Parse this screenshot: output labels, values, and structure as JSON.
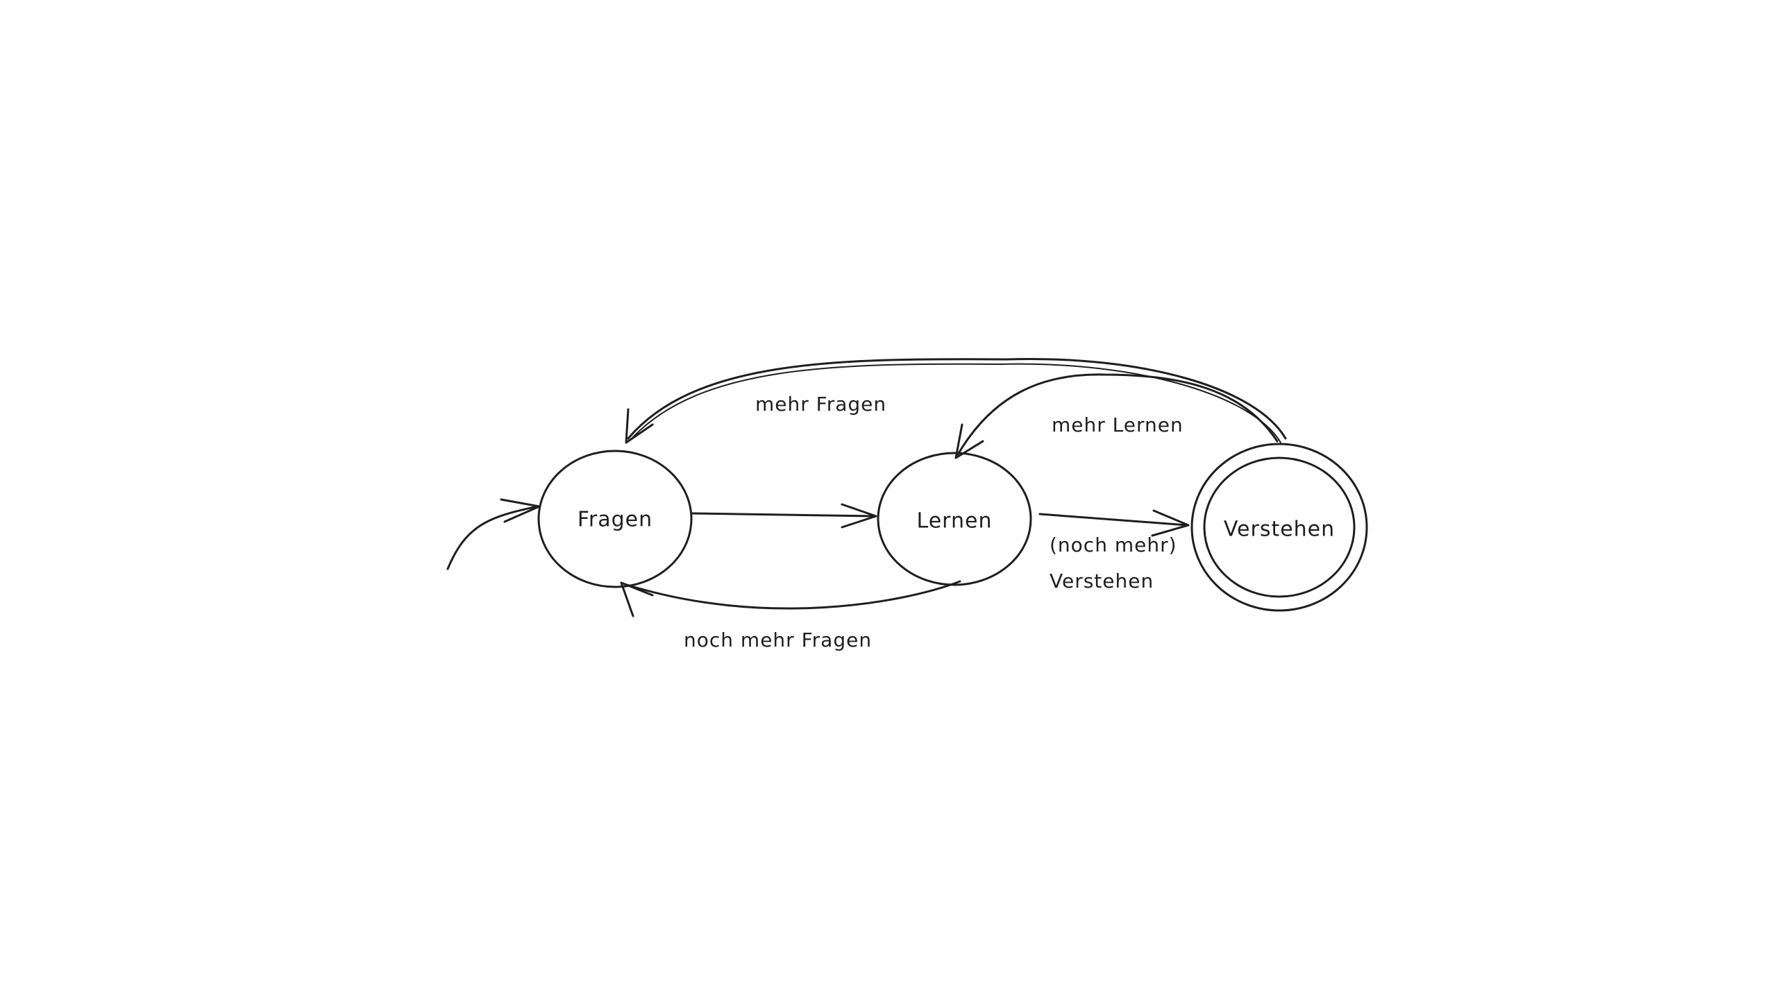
{
  "nodes": {
    "fragen": {
      "label": "Fragen"
    },
    "lernen": {
      "label": "Lernen"
    },
    "verstehen": {
      "label": "Verstehen",
      "accepting": true
    }
  },
  "edges": {
    "start": {
      "label": ""
    },
    "fragen_to_lernen": {
      "label": ""
    },
    "lernen_to_fragen": {
      "label": "noch mehr Fragen"
    },
    "lernen_to_verstehen": {
      "label_line1": "(noch mehr)",
      "label_line2": "Verstehen"
    },
    "verstehen_to_fragen": {
      "label": "mehr Fragen"
    },
    "verstehen_to_lernen": {
      "label": "mehr Lernen"
    }
  },
  "colors": {
    "stroke": "#1e1e1e",
    "background": "#ffffff"
  }
}
